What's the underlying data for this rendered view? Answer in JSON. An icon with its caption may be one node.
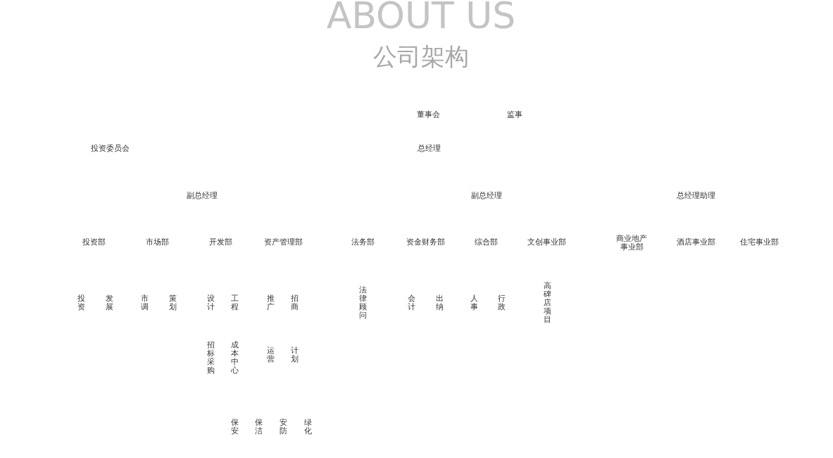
{
  "diagram": {
    "title": "ABOUT US",
    "labels": [
      "公司架构",
      "董事会",
      "监事",
      "投资委员会",
      "总经理",
      "副总经理",
      "副总经理",
      "总经理助理",
      "投资部",
      "市场部",
      "开发部",
      "资产管理部",
      "法务部",
      "资金财务部",
      "综合部",
      "文创事业部",
      "商业地产事业部",
      "酒店事业部",
      "住宅事业部",
      "投资",
      "发展",
      "市调",
      "策划",
      "设计",
      "工程",
      "推广",
      "招商",
      "法律顾问",
      "会计",
      "出纳",
      "人事",
      "行政",
      "高碑店项目",
      "招标采购",
      "成本中心",
      "运营",
      "计划",
      "保安",
      "保洁",
      "安防",
      "绿化"
    ]
  }
}
